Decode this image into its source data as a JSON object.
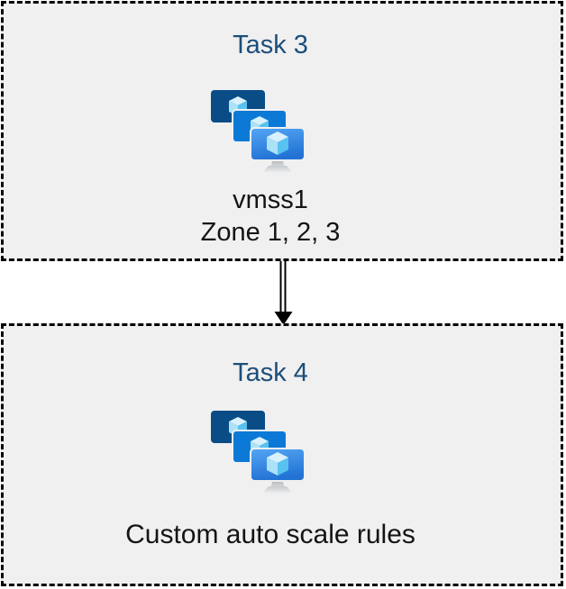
{
  "page": {
    "background": "#ffffff"
  },
  "style": {
    "box_fill": "#f0f0f1",
    "box_border_color": "#000000",
    "box_border_style": "dashed",
    "title_color": "#1c4e79",
    "body_text_color": "#141414",
    "icon_colors": {
      "monitor_back": "#094C86",
      "monitor_middle": "#0C79D6",
      "monitor_front_gradient_top": "#55A6F4",
      "monitor_front_gradient_bottom": "#2272D4",
      "cube_top": "#D9F1FC",
      "cube_left": "#ABE2F8",
      "cube_right": "#58C2F0",
      "stand_gray": "#C9CCCE"
    }
  },
  "tasks": [
    {
      "title": "Task 3",
      "icon": "vmss-icon",
      "lines": [
        "vmss1",
        "Zone 1, 2, 3"
      ]
    },
    {
      "title": "Task 4",
      "icon": "vmss-icon",
      "lines": [
        "Custom auto scale rules"
      ]
    }
  ],
  "connector": {
    "type": "double-line-arrow",
    "direction": "down",
    "color": "#000000"
  }
}
